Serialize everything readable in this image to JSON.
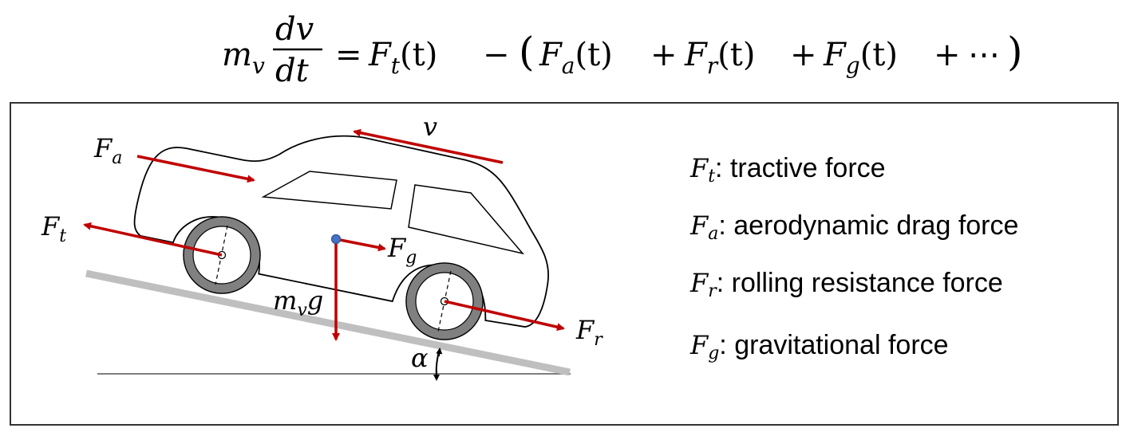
{
  "equation": {
    "lhs_mass": "m",
    "lhs_mass_sub": "v",
    "frac_num": "dv",
    "frac_den": "dt",
    "eq": "=",
    "t1": "F",
    "t1_sub": "t",
    "t1_arg": "(t)",
    "minus": "−",
    "lparen": "(",
    "t2": "F",
    "t2_sub": "a",
    "t2_arg": "(t)",
    "plus1": "+",
    "t3": "F",
    "t3_sub": "r",
    "t3_arg": "(t)",
    "plus2": "+",
    "t4": "F",
    "t4_sub": "g",
    "t4_arg": "(t)",
    "plus3": "+",
    "dots": "⋯",
    "rparen": ")"
  },
  "diagram": {
    "labels": {
      "Fa": {
        "main": "F",
        "sub": "a"
      },
      "v": {
        "main": "v"
      },
      "Ft": {
        "main": "F",
        "sub": "t"
      },
      "Fg": {
        "main": "F",
        "sub": "g"
      },
      "mvg": {
        "main": "m",
        "sub": "v",
        "tail": "g"
      },
      "Fr": {
        "main": "F",
        "sub": "r"
      },
      "alpha": {
        "main": "α"
      }
    },
    "colors": {
      "force_arrow": "#c00000",
      "ground": "#bfbfbf",
      "tire": "#808080",
      "body_stroke": "#000000",
      "center_dot": "#4472c4"
    }
  },
  "legend": {
    "items": [
      {
        "sym": "F",
        "sub": "t",
        "text": ": tractive force"
      },
      {
        "sym": "F",
        "sub": "a",
        "text": ": aerodynamic drag force"
      },
      {
        "sym": "F",
        "sub": "r",
        "text": ": rolling resistance force"
      },
      {
        "sym": "F",
        "sub": "g",
        "text": ": gravitational force"
      }
    ]
  }
}
